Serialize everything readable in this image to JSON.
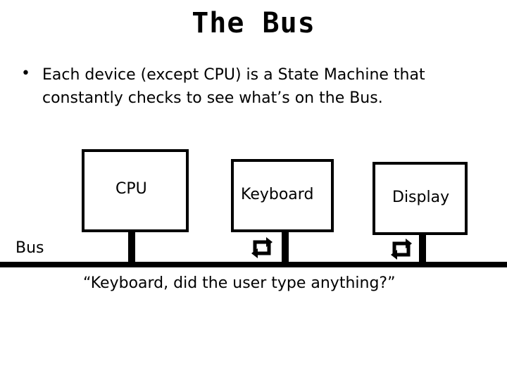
{
  "slide": {
    "title": "The Bus",
    "bullet": "Each device (except CPU) is a State Machine that constantly checks to see what’s on the Bus."
  },
  "diagram": {
    "devices": [
      {
        "label": "CPU"
      },
      {
        "label": "Keyboard"
      },
      {
        "label": "Display"
      }
    ],
    "bus_label": "Bus",
    "quote": "“Keyboard, did the user type anything?”",
    "icons": [
      "cycle-arrows-icon",
      "cycle-arrows-icon"
    ]
  }
}
